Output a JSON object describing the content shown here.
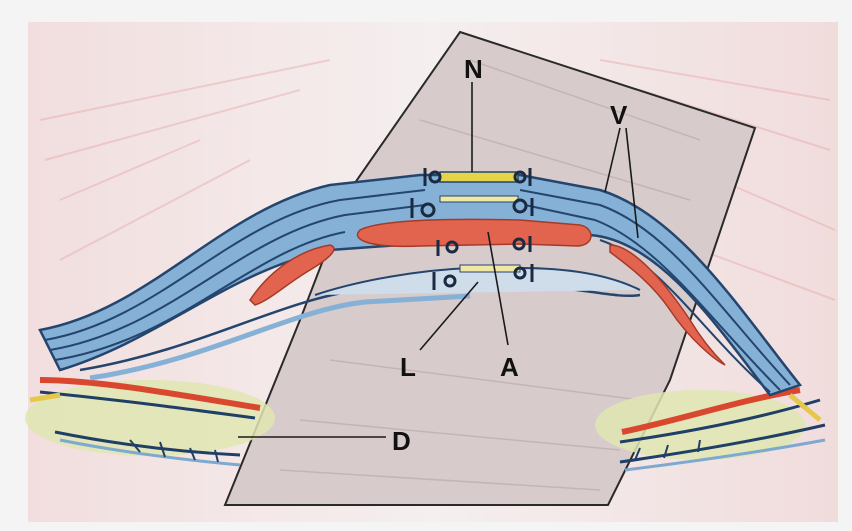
{
  "labels": {
    "nerve": "N",
    "veins": "V",
    "artery": "A",
    "lymphatic": "L",
    "dissection": "D"
  },
  "colors": {
    "background": "#f4f4f4",
    "paper": "#f3eeee",
    "sheet": "#d9cccc",
    "vein_blue": "#7ea9cf",
    "vein_outline": "#24456e",
    "artery_red": "#e2644e",
    "nerve_yellow": "#e5d34a",
    "fat_green": "#dfe6b0",
    "ink": "#1a1a1a"
  }
}
